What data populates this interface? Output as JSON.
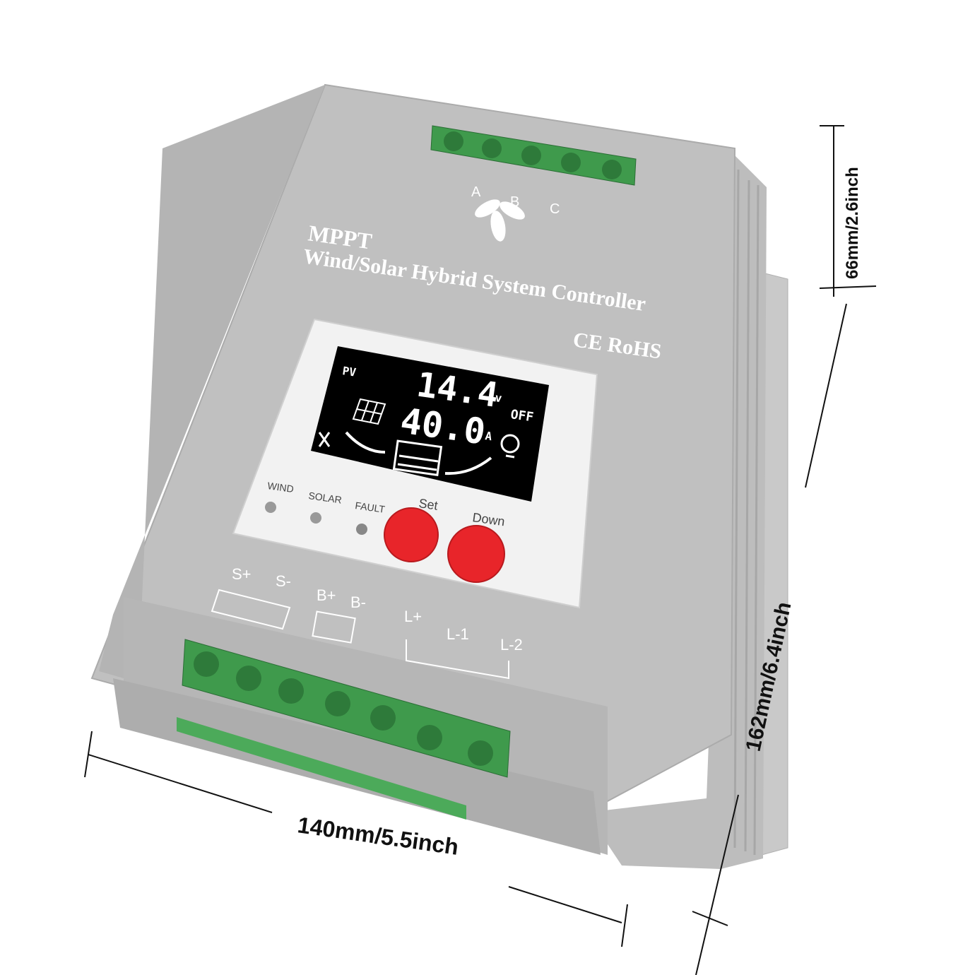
{
  "dimensions": {
    "top_depth": "66mm/2.6inch",
    "height": "162mm/6.4inch",
    "width": "140mm/5.5inch"
  },
  "branding": {
    "line1": "MPPT",
    "line2": "Wind/Solar Hybrid System Controller",
    "line3": "CE RoHS"
  },
  "wind_terminals": {
    "labels": [
      "A",
      "B",
      "C"
    ]
  },
  "display": {
    "mode": "PV",
    "voltage": "14.4",
    "voltage_unit": "v",
    "current": "40.0",
    "current_unit": "A",
    "load_status": "OFF"
  },
  "indicators": [
    {
      "label": "WIND",
      "color": "#9a9a9a"
    },
    {
      "label": "SOLAR",
      "color": "#9a9a9a"
    },
    {
      "label": "FAULT",
      "color": "#8a8a8a"
    }
  ],
  "buttons": {
    "set": "Set",
    "down": "Down",
    "color": "#e8252a"
  },
  "bottom_terminals": {
    "solar": [
      "S+",
      "S-"
    ],
    "battery": [
      "B+",
      "B-"
    ],
    "load": [
      "L+",
      "L-1",
      "L-2"
    ]
  },
  "colors": {
    "body": "#b9b9b9",
    "terminal": "#3f9a4c",
    "lcd": "#000000"
  }
}
